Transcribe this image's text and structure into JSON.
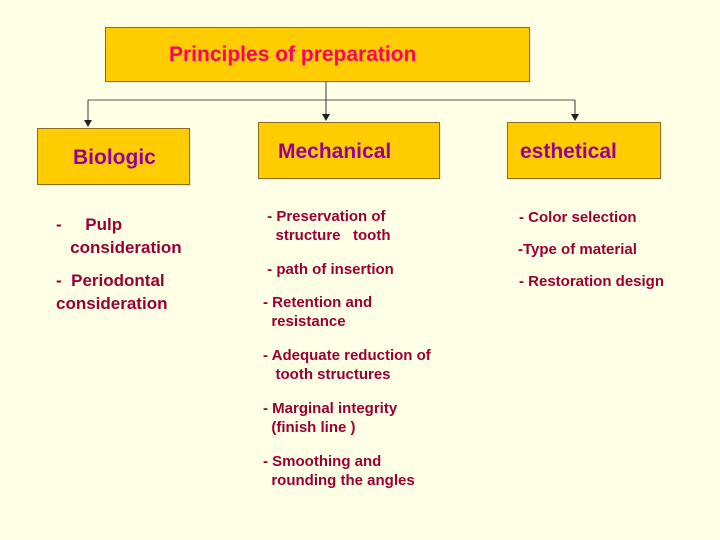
{
  "title": "Principles of preparation",
  "categories": {
    "biologic": {
      "label": "Biologic",
      "items": [
        "-     Pulp",
        "   consideration",
        "-  Periodontal",
        "consideration"
      ]
    },
    "mechanical": {
      "label": "Mechanical",
      "items": [
        " - Preservation of",
        "   structure   tooth",
        " - path of insertion",
        "- Retention and",
        "  resistance",
        "- Adequate reduction of",
        "   tooth structures",
        "- Marginal integrity",
        "  (finish line )",
        "- Smoothing and",
        "  rounding the angles"
      ]
    },
    "esthetical": {
      "label": "esthetical",
      "items": [
        "- Color selection",
        "-Type of material",
        "- Restoration design"
      ]
    }
  },
  "colors": {
    "background": "#FFFFE6",
    "box_fill": "#FFCC00",
    "title_text": "#FF0066",
    "category_text": "#990099",
    "item_text": "#990033",
    "connector": "#555555"
  }
}
